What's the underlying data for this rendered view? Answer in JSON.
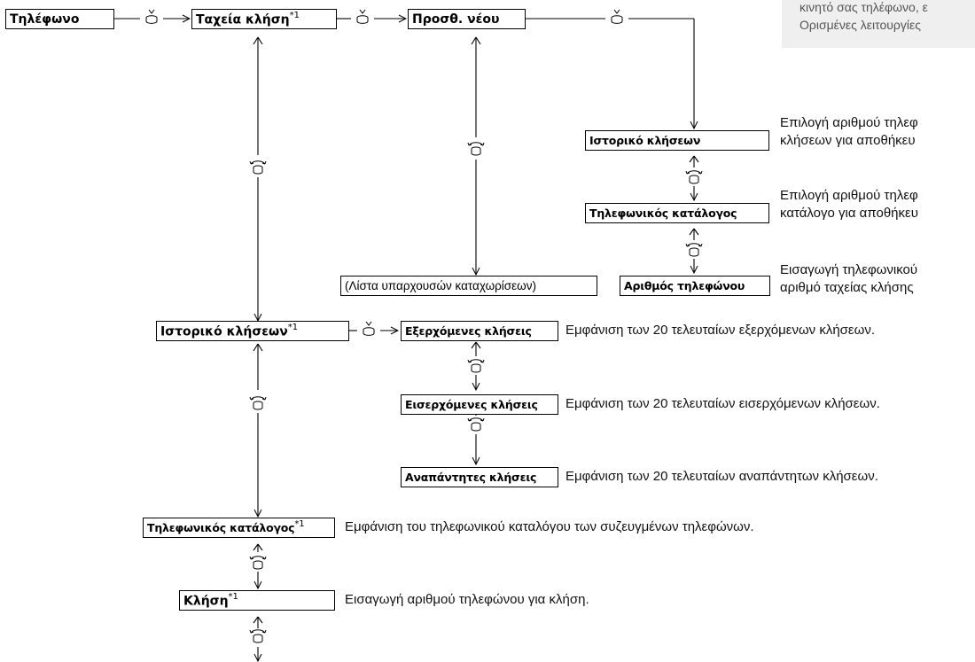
{
  "note": {
    "line1": "κινητό σας τηλέφωνο, ε",
    "line2": "Ορισμένες λειτουργίες"
  },
  "footnote_mark": "*1",
  "nodes": {
    "phone": "Τηλέφωνο",
    "speed_dial": "Ταχεία κλήση",
    "add_new": "Προσθ. νέου",
    "sd_call_history": "Ιστορικό κλήσεων",
    "sd_phonebook": "Τηλεφωνικός κατάλογος",
    "sd_phone_number": "Αριθμός τηλεφώνου",
    "existing_entries": "(Λίστα υπαρχουσών καταχωρίσεων)",
    "call_history": "Ιστορικό κλήσεων",
    "outgoing": "Εξερχόμενες κλήσεις",
    "incoming": "Εισερχόμενες κλήσεις",
    "missed": "Αναπάντητες κλήσεις",
    "phonebook": "Τηλεφωνικός κατάλογος",
    "dial": "Κλήση"
  },
  "descriptions": {
    "sd_call_history_l1": "Επιλογή αριθμού τηλεφ",
    "sd_call_history_l2": "κλήσεων για αποθήκευ",
    "sd_phonebook_l1": "Επιλογή αριθμού τηλεφ",
    "sd_phonebook_l2": "κατάλογο για αποθήκευ",
    "sd_phone_number_l1": "Εισαγωγή τηλεφωνικού",
    "sd_phone_number_l2": "αριθμό ταχείας κλήσης",
    "outgoing": "Εμφάνιση των 20 τελευταίων εξερχόμενων κλήσεων.",
    "incoming": "Εμφάνιση των 20 τελευταίων εισερχόμενων κλήσεων.",
    "missed": "Εμφάνιση των 20 τελευταίων αναπάντητων κλήσεων.",
    "phonebook": "Εμφάνιση του τηλεφωνικού καταλόγου των συζευγμένων τηλεφώνων.",
    "dial": "Εισαγωγή αριθμού τηλεφώνου για κλήση."
  },
  "icons": {
    "press": "press-dial-icon",
    "rotate": "rotate-dial-icon"
  }
}
